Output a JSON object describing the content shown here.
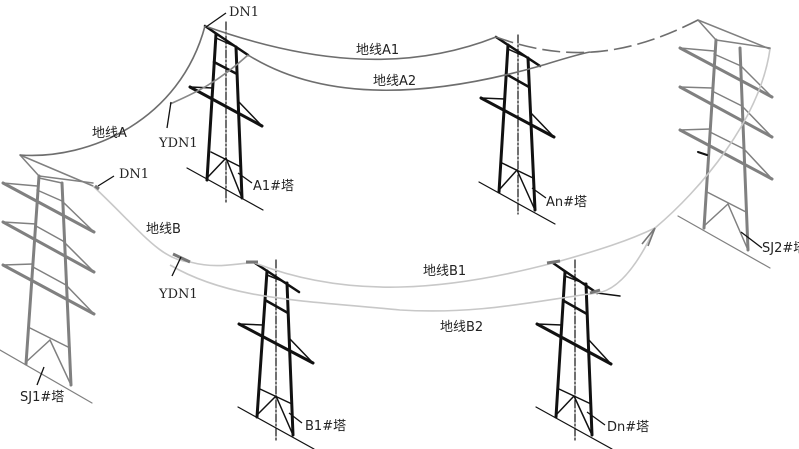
{
  "colors": {
    "background": "#ffffff",
    "old_tower": "#808080",
    "new_tower": "#111111",
    "wire_a": "#6e6e6e",
    "wire_b": "#c8c8c8",
    "label_text": "#222222",
    "leader": "#111111"
  },
  "towers": {
    "sj1": {
      "label": "SJ1#塔",
      "style": "old"
    },
    "sj2": {
      "label": "SJ2#塔",
      "style": "old"
    },
    "a1": {
      "label": "A1#塔",
      "style": "new"
    },
    "an": {
      "label": "An#塔",
      "style": "new"
    },
    "b1": {
      "label": "B1#塔",
      "style": "new"
    },
    "dn": {
      "label": "Dn#塔",
      "style": "new"
    }
  },
  "wires": {
    "a": {
      "label": "地线A"
    },
    "a1": {
      "label": "地线A1"
    },
    "a2": {
      "label": "地线A2"
    },
    "b": {
      "label": "地线B"
    },
    "b1": {
      "label": "地线B1"
    },
    "b2": {
      "label": "地线B2"
    }
  },
  "fittings": {
    "dn1_top": {
      "label": "DN1"
    },
    "dn1_sj1": {
      "label": "DN1"
    },
    "ydn1_a": {
      "label": "YDN1"
    },
    "ydn1_b": {
      "label": "YDN1"
    }
  }
}
